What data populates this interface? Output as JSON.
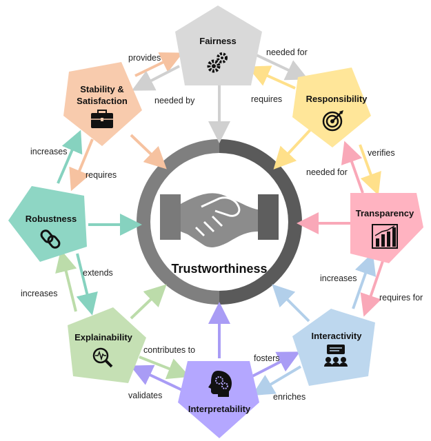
{
  "center": {
    "title": "Trustworthiness"
  },
  "nodes": {
    "fairness": {
      "title": "Fairness",
      "color": "#d9d9d9",
      "icon": "gears-icon"
    },
    "responsibility": {
      "title": "Responsibility",
      "color": "#ffe699",
      "icon": "target-icon"
    },
    "transparency": {
      "title": "Transparency",
      "color": "#ffb3c1",
      "icon": "bar-chart-icon"
    },
    "interactivity": {
      "title": "Interactivity",
      "color": "#bdd7ee",
      "icon": "group-chat-icon"
    },
    "interpretability": {
      "title": "Interpretability",
      "color": "#b4a7ff",
      "icon": "head-gears-icon"
    },
    "explainability": {
      "title": "Explainability",
      "color": "#c5e0b4",
      "icon": "magnifier-pulse-icon"
    },
    "robustness": {
      "title": "Robustness",
      "color": "#8ed6c4",
      "icon": "chain-link-icon"
    },
    "stability": {
      "title_line1": "Stability &",
      "title_line2": "Satisfaction",
      "color": "#f8cbad",
      "icon": "briefcase-icon"
    }
  },
  "edges": {
    "provides": "provides",
    "needed_by": "needed by",
    "needed_for_top": "needed for",
    "requires_top": "requires",
    "verifies": "verifies",
    "needed_for_right": "needed for",
    "increases_right": "increases",
    "requires_for": "requires for",
    "fosters": "fosters",
    "enriches": "enriches",
    "contributes_to": "contributes to",
    "validates": "validates",
    "extends": "extends",
    "increases_left_low": "increases",
    "increases_left_top": "increases",
    "requires_left": "requires"
  }
}
